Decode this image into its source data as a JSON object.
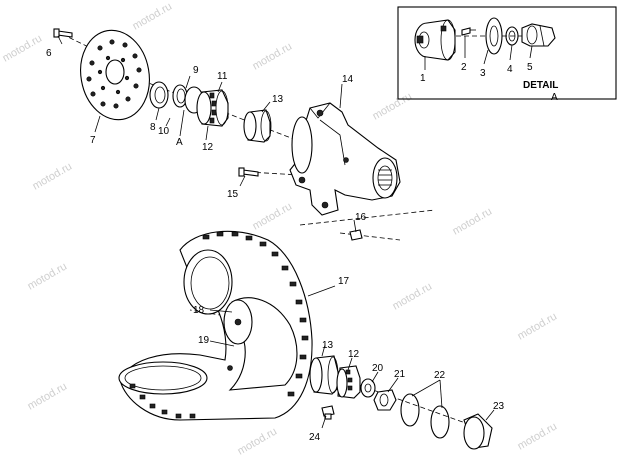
{
  "watermark": "motod.ru",
  "callouts": [
    "1",
    "2",
    "3",
    "4",
    "5",
    "6",
    "7",
    "8",
    "9",
    "10",
    "11",
    "12",
    "12",
    "13",
    "13",
    "14",
    "15",
    "16",
    "17",
    "18",
    "19",
    "20",
    "21",
    "22",
    "23",
    "24"
  ],
  "detail": {
    "title": "DETAIL",
    "letter": "A"
  },
  "detail_ref": "A"
}
